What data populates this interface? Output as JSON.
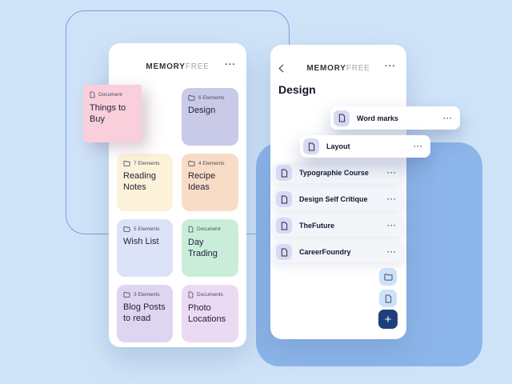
{
  "colors": {
    "background": "#cfe3f8",
    "outline_stroke": "#73a3e4",
    "accent_rect": "#8cb5ea",
    "phone_bg": "#ffffff",
    "row_bg": "#f3f5fa",
    "row_chip_bg": "#d8d9f3",
    "action_chip_bg": "#cce1fa",
    "action_glyph": "#1d3f7d",
    "plus_button_bg": "#1d3f7d",
    "text_dark": "#23233b",
    "text_muted": "#4c4c60",
    "logo_bold_color": "#32323a",
    "logo_light_color": "#a3a3ab"
  },
  "glyphs": {
    "ellipsis": "···",
    "plus": "+"
  },
  "left_phone": {
    "logo_bold": "MEMORY",
    "logo_light": "FREE",
    "sticky_card": {
      "icon": "document-icon",
      "badge": "Document",
      "title": "Things to Buy",
      "color": "#f9cfdb"
    },
    "cards": [
      {
        "icon": "folder-icon",
        "badge": "6 Elements",
        "title": "Design",
        "color": "#c9cae7"
      },
      {
        "icon": "folder-icon",
        "badge": "7 Elements",
        "title": "Reading Notes",
        "color": "#fcf2d9"
      },
      {
        "icon": "folder-icon",
        "badge": "4 Elements",
        "title": "Recipe Ideas",
        "color": "#f9dcc5"
      },
      {
        "icon": "folder-icon",
        "badge": "5 Elements",
        "title": "Wish List",
        "color": "#dce3f8"
      },
      {
        "icon": "document-icon",
        "badge": "Document",
        "title": "Day Trading",
        "color": "#c9edd9"
      },
      {
        "icon": "folder-icon",
        "badge": "3 Elements",
        "title": "Blog Posts to read",
        "color": "#ded6f1"
      },
      {
        "icon": "document-icon",
        "badge": "Documents",
        "title": "Photo Locations",
        "color": "#ecd9f2"
      }
    ]
  },
  "right_phone": {
    "back_icon": "chevron-left-icon",
    "logo_bold": "MEMORY",
    "logo_light": "FREE",
    "title": "Design",
    "floating_items": [
      {
        "icon": "document-icon",
        "label": "Word marks"
      },
      {
        "icon": "document-icon",
        "label": "Layout"
      }
    ],
    "items": [
      {
        "icon": "document-icon",
        "label": "Typographie Course"
      },
      {
        "icon": "document-icon",
        "label": "Design Self Critique"
      },
      {
        "icon": "document-icon",
        "label": "TheFuture"
      },
      {
        "icon": "document-icon",
        "label": "CareerFoundry"
      }
    ],
    "actions": {
      "new_folder_icon": "folder-icon",
      "new_document_icon": "document-icon",
      "add_icon": "plus-icon"
    }
  }
}
